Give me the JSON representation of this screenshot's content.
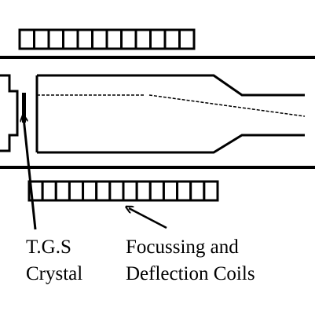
{
  "labels": {
    "crystal_line1": "T.G.S",
    "crystal_line2": "Crystal",
    "coils_line1": "Focussing and",
    "coils_line2": "Deflection Coils"
  },
  "colors": {
    "ink": "#000000",
    "background": "#ffffff"
  },
  "coil_windings": {
    "upper_segments": 12,
    "lower_segments": 14
  }
}
